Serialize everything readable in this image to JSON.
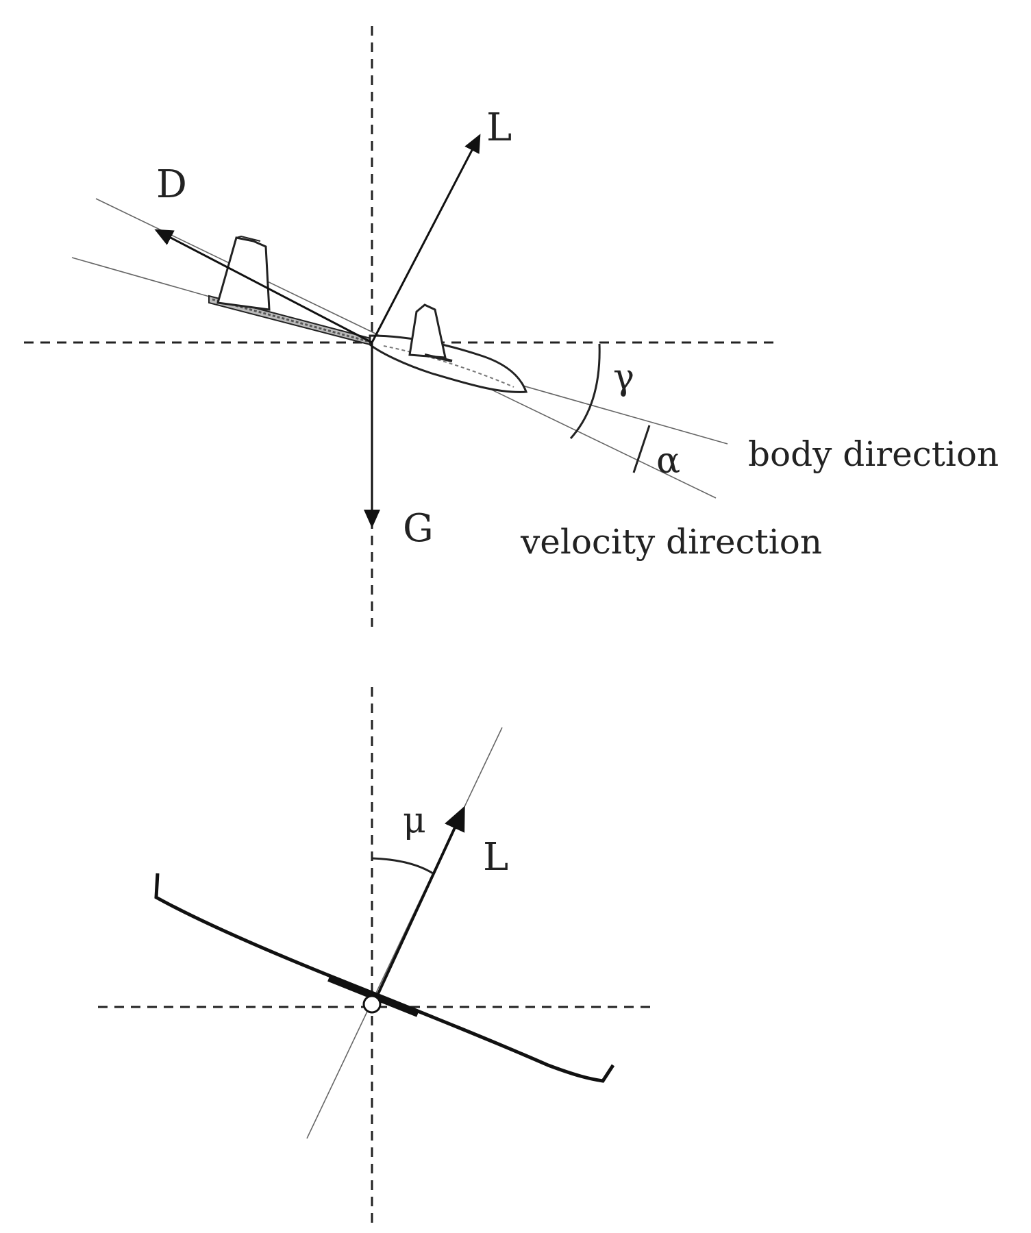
{
  "top_view": {
    "labels": {
      "lift": "L",
      "drag": "D",
      "gravity": "G",
      "gamma": "γ",
      "alpha": "α",
      "body_direction": "body direction",
      "velocity_direction": "velocity direction"
    }
  },
  "bank_view": {
    "labels": {
      "mu": "μ",
      "lift": "L"
    }
  }
}
